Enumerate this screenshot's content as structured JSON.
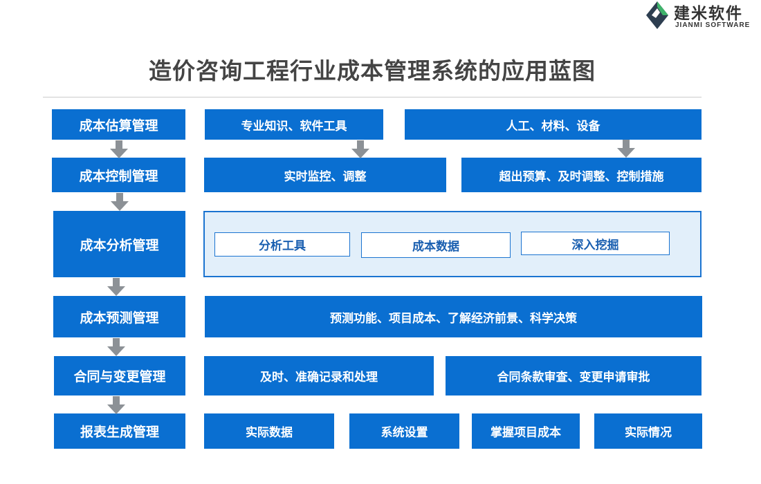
{
  "brand": {
    "name": "建米软件",
    "english": "JIANMI SOFTWARE"
  },
  "title": "造价咨询工程行业成本管理系统的应用蓝图",
  "stages": [
    {
      "label": "成本估算管理",
      "items": [
        "专业知识、软件工具",
        "人工、材料、设备"
      ]
    },
    {
      "label": "成本控制管理",
      "items": [
        "实时监控、调整",
        "超出预算、及时调整、控制措施"
      ]
    },
    {
      "label": "成本分析管理",
      "items": [
        "分析工具",
        "成本数据",
        "深入挖掘"
      ]
    },
    {
      "label": "成本预测管理",
      "items": [
        "预测功能、项目成本、了解经济前景、科学决策"
      ]
    },
    {
      "label": "合同与变更管理",
      "items": [
        "及时、准确记录和处理",
        "合同条款审查、变更申请审批"
      ]
    },
    {
      "label": "报表生成管理",
      "items": [
        "实际数据",
        "系统设置",
        "掌握项目成本",
        "实际情况"
      ]
    }
  ],
  "colors": {
    "box": "#0a6fd1",
    "arrow": "#8c9196",
    "panel_bg": "#e2effa",
    "panel_border": "#1a73d0",
    "title": "#444444"
  }
}
